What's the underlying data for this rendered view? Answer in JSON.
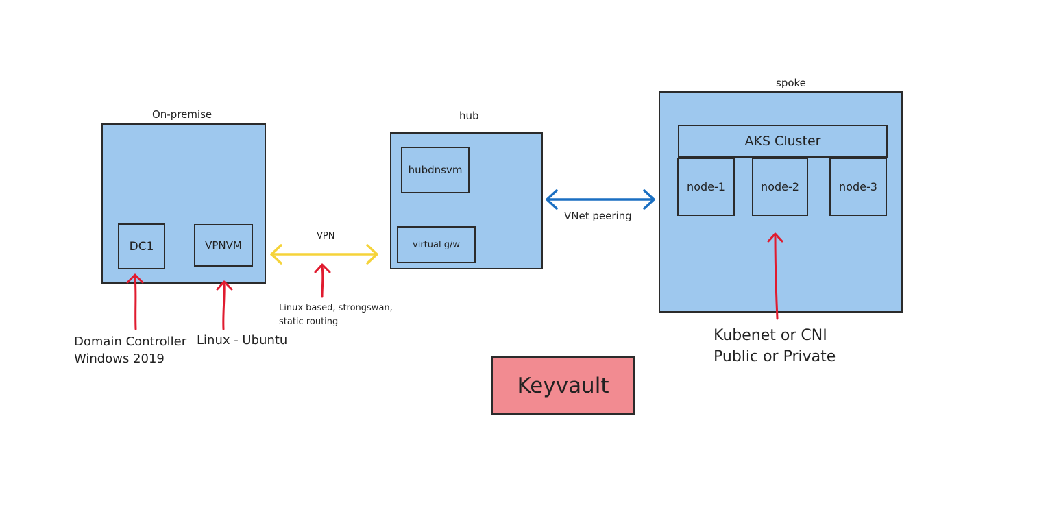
{
  "onprem": {
    "title": "On-premise",
    "dc1": "DC1",
    "vpnvm": "VPNVM",
    "dc_note": [
      "Domain Controller",
      "Windows 2019"
    ],
    "vpnvm_note": "Linux - Ubuntu"
  },
  "vpn": {
    "label": "VPN",
    "note": [
      "Linux based, strongswan,",
      "static routing"
    ]
  },
  "hub": {
    "title": "hub",
    "dnsvm": "hubdnsvm",
    "gateway": "virtual g/w"
  },
  "peering": {
    "label": "VNet peering"
  },
  "spoke": {
    "title": "spoke",
    "cluster": "AKS Cluster",
    "nodes": [
      "node-1",
      "node-2",
      "node-3"
    ],
    "note": [
      "Kubenet or CNI",
      "Public or Private"
    ]
  },
  "keyvault": {
    "label": "Keyvault"
  },
  "colors": {
    "box_fill": "#9ec8ee",
    "keyvault_fill": "#f28b91",
    "vpn_arrow": "#f5d33a",
    "peering_arrow": "#1a6fc2",
    "callout_arrow": "#e01b2f"
  }
}
